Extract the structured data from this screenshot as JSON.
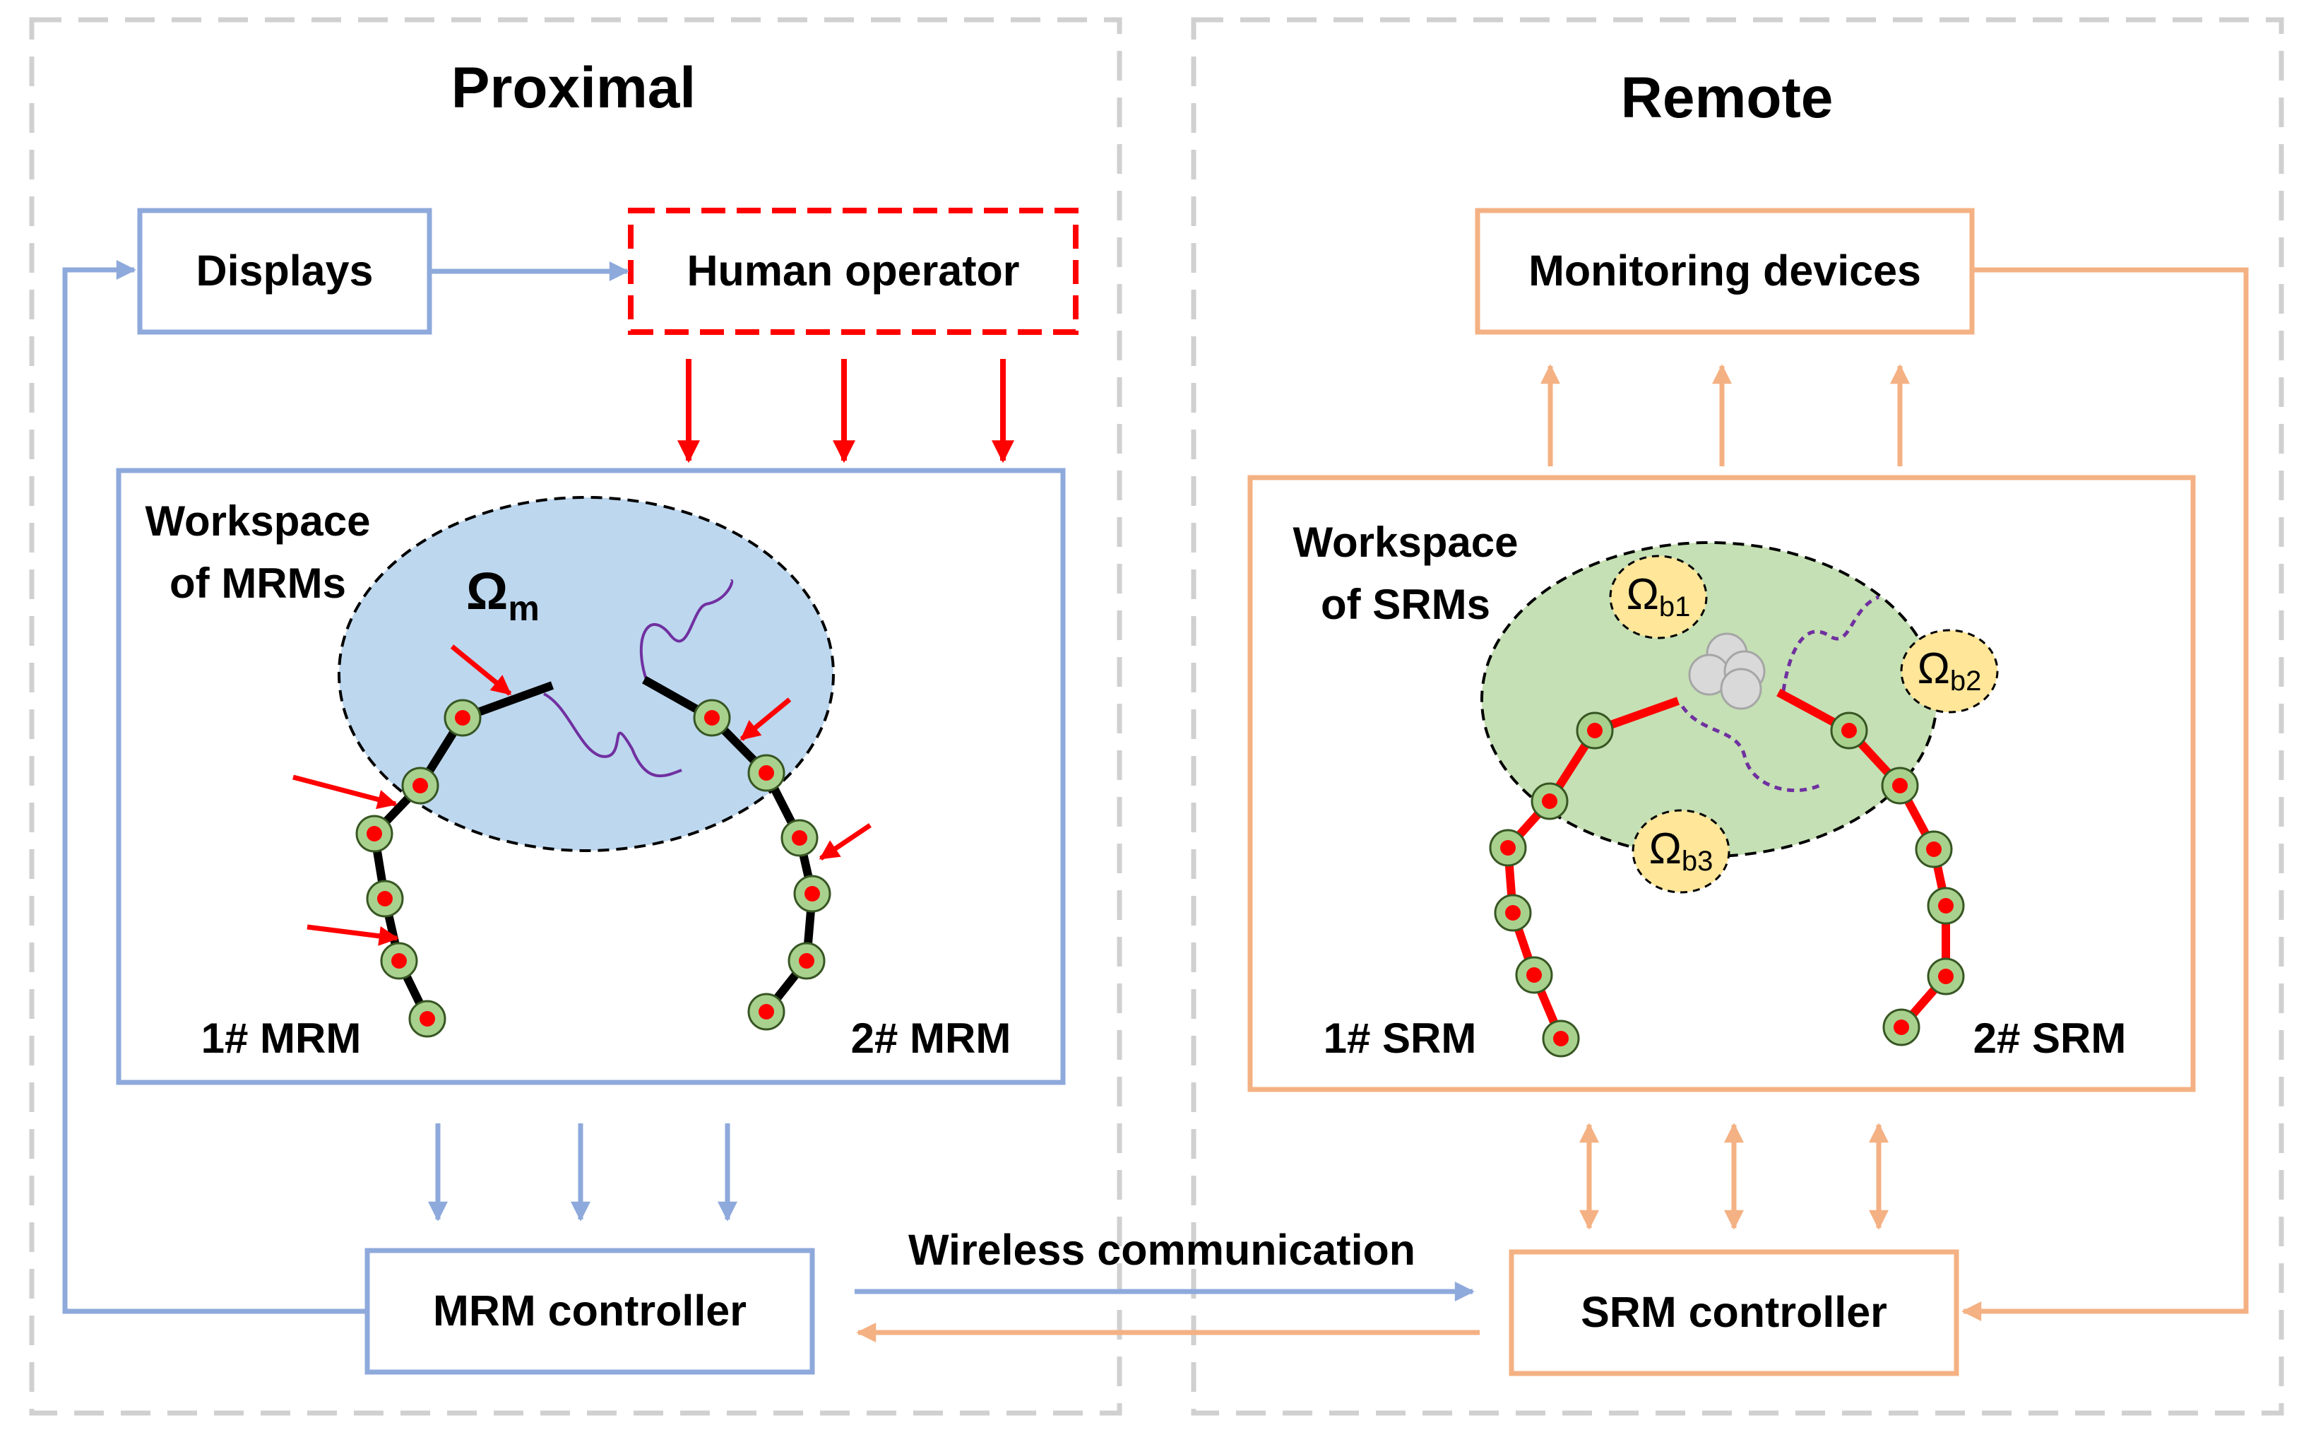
{
  "colors": {
    "blue": "#8EA9DB",
    "orange": "#F4B183",
    "red": "#FF0000",
    "master_workspace_fill": "#BDD7EE",
    "slave_workspace_fill": "#C5E0B4",
    "obstacle_fill": "#FFE699",
    "joint_fill": "#A9D18E",
    "panel_border": "#D0D0D0"
  },
  "panels": {
    "proximal": {
      "title": "Proximal"
    },
    "remote": {
      "title": "Remote"
    }
  },
  "proximal": {
    "displays": "Displays",
    "human_operator": "Human operator",
    "workspace_label_line1": "Workspace",
    "workspace_label_line2": "of MRMs",
    "omega": "Ω",
    "omega_sub": "m",
    "robot1": "1# MRM",
    "robot2": "2# MRM",
    "controller": "MRM controller"
  },
  "remote": {
    "monitoring": "Monitoring devices",
    "workspace_label_line1": "Workspace",
    "workspace_label_line2": "of SRMs",
    "obstacles": [
      {
        "symbol": "Ω",
        "sub": "b1"
      },
      {
        "symbol": "Ω",
        "sub": "b2"
      },
      {
        "symbol": "Ω",
        "sub": "b3"
      }
    ],
    "robot1": "1# SRM",
    "robot2": "2# SRM",
    "controller": "SRM controller"
  },
  "communication": {
    "label": "Wireless communication"
  }
}
